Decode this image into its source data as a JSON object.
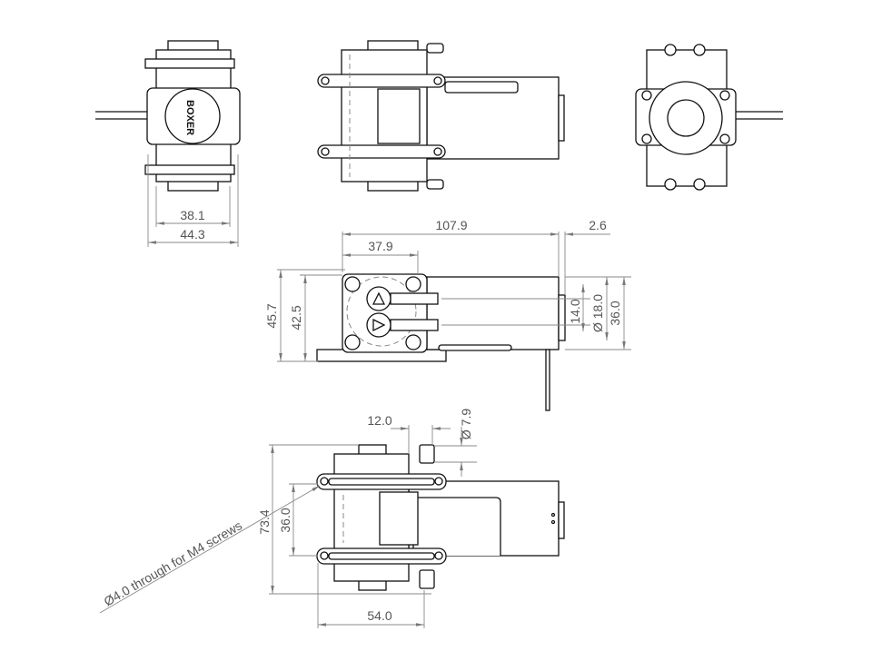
{
  "logo_text": "BOXER",
  "top_left_view": {
    "dim_inner": "38.1",
    "dim_outer": "44.3"
  },
  "front_view": {
    "dim_length": "107.9",
    "dim_cap": "2.6",
    "dim_head": "37.9",
    "dim_height_total": "45.7",
    "dim_height_body": "42.5",
    "dim_port_spacing": "14.0",
    "dim_motor_dia": "Ø 18.0",
    "dim_motor_height": "36.0"
  },
  "bottom_view": {
    "dim_port_offset": "12.0",
    "dim_port_dia": "Ø 7.9",
    "dim_total": "73.4",
    "dim_hole_spacing": "36.0",
    "dim_width": "54.0",
    "note": "Ø4.0 through for M4 screws"
  }
}
